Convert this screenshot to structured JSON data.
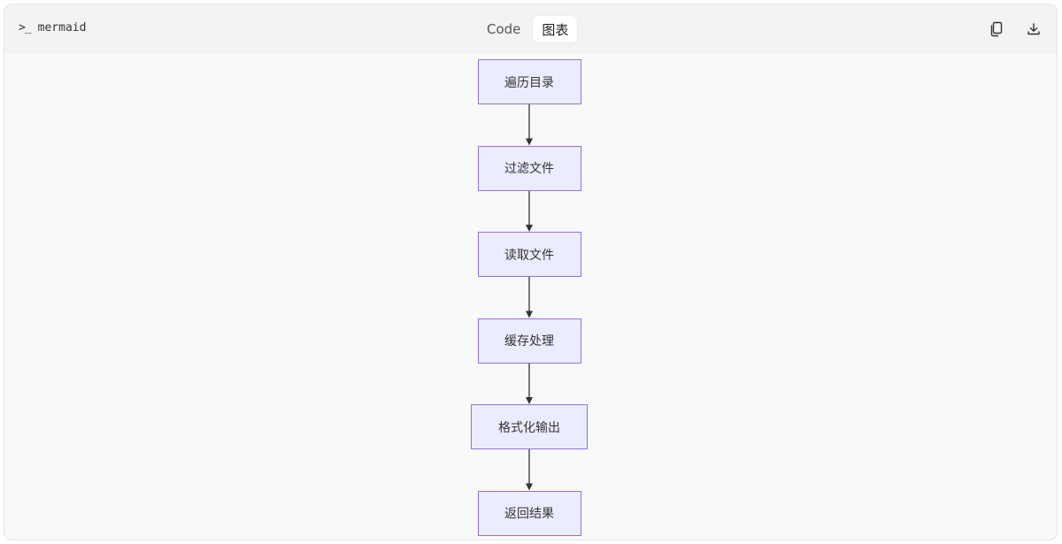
{
  "header": {
    "prompt_symbol": ">_",
    "language": "mermaid"
  },
  "tabs": [
    {
      "label": "Code",
      "active": false
    },
    {
      "label": "图表",
      "active": true
    }
  ],
  "actions": {
    "copy_icon": "copy-icon",
    "download_icon": "download-icon"
  },
  "diagram": {
    "nodes": [
      {
        "label": "遍历目录"
      },
      {
        "label": "过滤文件"
      },
      {
        "label": "读取文件"
      },
      {
        "label": "缓存处理"
      },
      {
        "label": "格式化输出"
      },
      {
        "label": "返回结果"
      }
    ],
    "edges": [
      {
        "from": 0,
        "to": 1
      },
      {
        "from": 1,
        "to": 2
      },
      {
        "from": 2,
        "to": 3
      },
      {
        "from": 3,
        "to": 4
      },
      {
        "from": 4,
        "to": 5
      }
    ],
    "colors": {
      "node_fill": "#ECECFF",
      "node_border": "#9370DB",
      "edge": "#333333"
    }
  }
}
